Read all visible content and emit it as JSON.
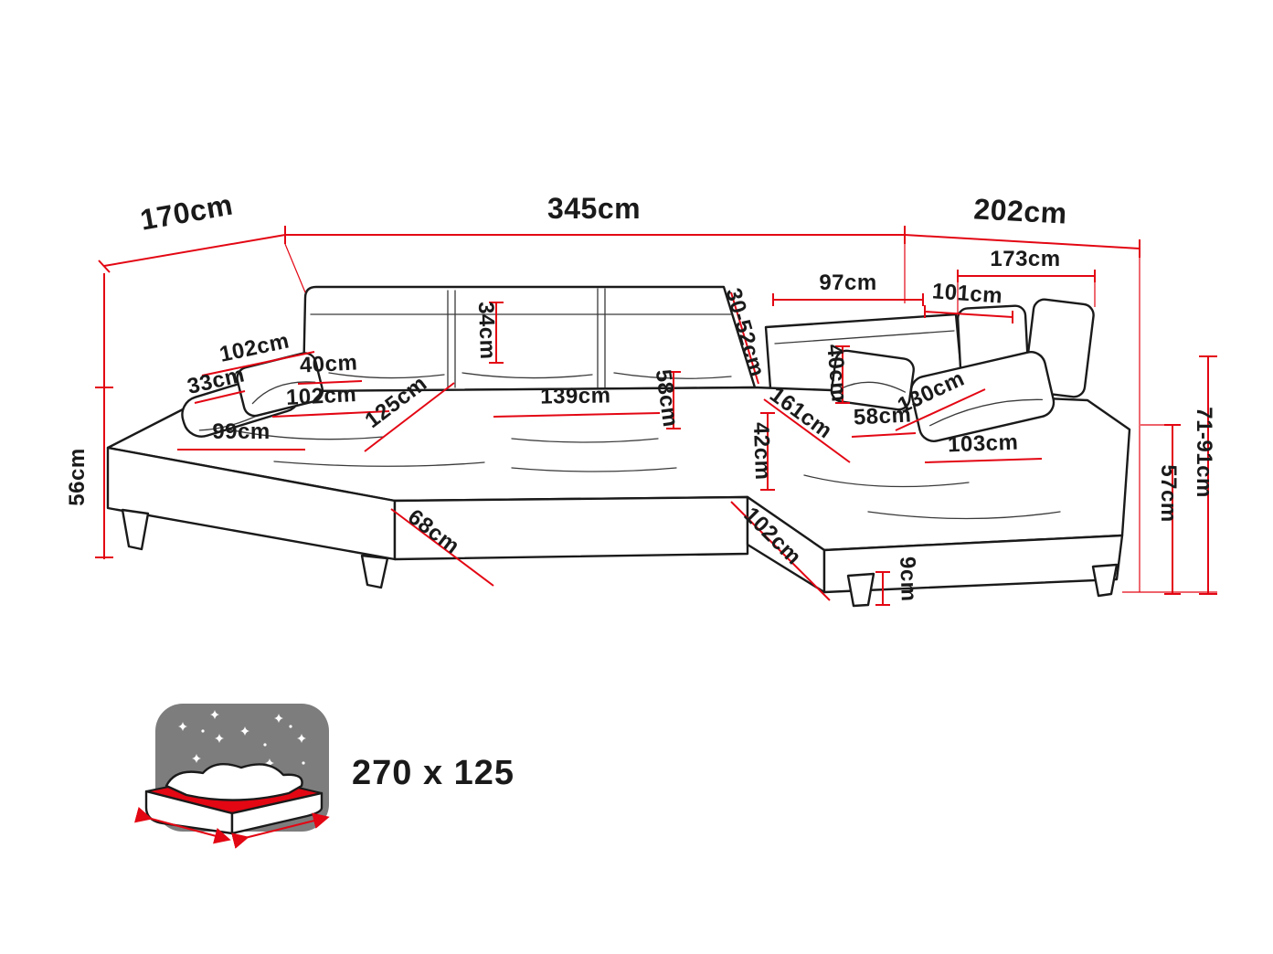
{
  "colors": {
    "accent": "#e30613",
    "ink": "#1a1a1a"
  },
  "dims": {
    "left_depth": "170cm",
    "total_width": "345cm",
    "right_depth": "202cm",
    "right_inner_length": "173cm",
    "back_section_width": "97cm",
    "corner_back_width": "101cm",
    "backrest_adjustable_height": "30-52cm",
    "backrest_height": "34cm",
    "left_armrest_length": "102cm",
    "left_armrest_width": "33cm",
    "left_pillow_width": "40cm",
    "left_seat_depth": "102cm",
    "left_chaise_seat_length": "125cm",
    "middle_seat_width": "139cm",
    "middle_seat_depth": "58cm",
    "right_pillow_width": "40cm",
    "right_chaise_seat_length": "161cm",
    "right_seat_depth": "58cm",
    "right_backrest_width": "130cm",
    "right_seat_length": "103cm",
    "left_front_width": "99cm",
    "seat_height": "56cm",
    "seat_cushion_height": "42cm",
    "left_chaise_front_depth": "68cm",
    "right_chaise_front_depth": "102cm",
    "leg_height": "9cm",
    "overall_height_range": "71-91cm",
    "side_height": "57cm"
  },
  "sleeping_area": {
    "size_label": "270 x 125"
  }
}
